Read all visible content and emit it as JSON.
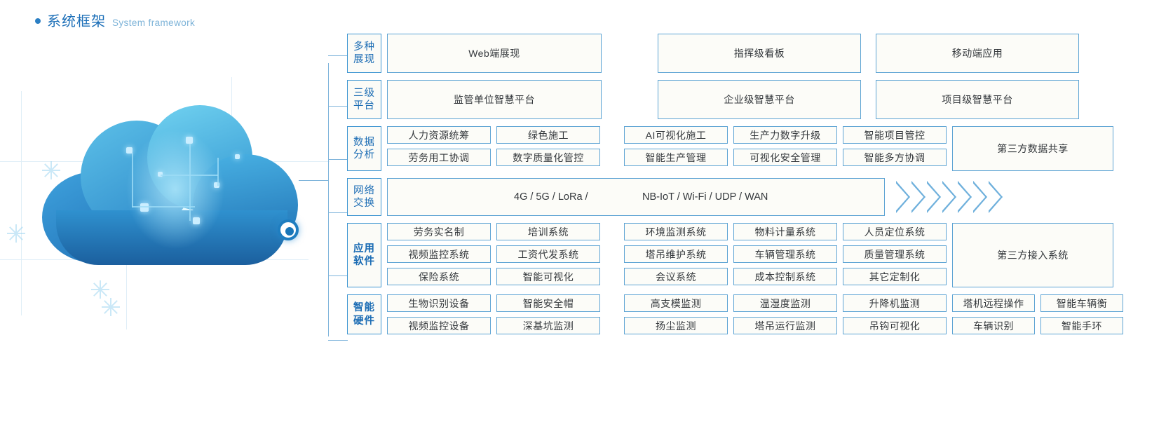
{
  "header": {
    "title_cn": "系统框架",
    "title_en": "System framework",
    "bullet_icon": "bullet-dot-icon"
  },
  "rows": [
    {
      "key": "presentation",
      "label_line1": "多种",
      "label_line2": "展现",
      "cells": [
        "Web端展现",
        "指挥级看板",
        "移动端应用"
      ]
    },
    {
      "key": "platform",
      "label_line1": "三级",
      "label_line2": "平台",
      "cells": [
        "监管单位智慧平台",
        "企业级智慧平台",
        "项目级智慧平台"
      ]
    },
    {
      "key": "data-analysis",
      "label_line1": "数据",
      "label_line2": "分析",
      "left": [
        [
          "人力资源统筹",
          "绿色施工"
        ],
        [
          "劳务用工协调",
          "数字质量化管控"
        ]
      ],
      "right": [
        [
          "AI可视化施工",
          "生产力数字升级",
          "智能项目管控"
        ],
        [
          "智能生产管理",
          "可视化安全管理",
          "智能多方协调"
        ]
      ],
      "third_party": "第三方数据共享"
    },
    {
      "key": "network",
      "label_line1": "网络",
      "label_line2": "交换",
      "text1": "4G / 5G / LoRa /",
      "text2": "NB-IoT / Wi-Fi / UDP / WAN",
      "chevron_count": 7
    },
    {
      "key": "app-software",
      "label_line1": "应用",
      "label_line2": "软件",
      "left": [
        [
          "劳务实名制",
          "培训系统"
        ],
        [
          "视频监控系统",
          "工资代发系统"
        ],
        [
          "保险系统",
          "智能可视化"
        ]
      ],
      "right": [
        [
          "环境监测系统",
          "物料计量系统",
          "人员定位系统"
        ],
        [
          "塔吊维护系统",
          "车辆管理系统",
          "质量管理系统"
        ],
        [
          "会议系统",
          "成本控制系统",
          "其它定制化"
        ]
      ],
      "third_party": "第三方接入系统"
    },
    {
      "key": "smart-hardware",
      "label_line1": "智能",
      "label_line2": "硬件",
      "left": [
        [
          "生物识别设备",
          "智能安全帽"
        ],
        [
          "视频监控设备",
          "深基坑监测"
        ]
      ],
      "right": [
        [
          "高支模监测",
          "温湿度监测",
          "升降机监测",
          "塔机远程操作",
          "智能车辆衡"
        ],
        [
          "扬尘监测",
          "塔吊运行监测",
          "吊钩可视化",
          "车辆识别",
          "智能手环"
        ]
      ]
    }
  ],
  "colors": {
    "accent": "#1b6cb4",
    "border": "#5ea4d4",
    "label_border": "#3f96d2",
    "cell_bg": "#fcfcf8",
    "text": "#33373b",
    "title_en": "#7db3d8"
  },
  "artwork": {
    "cloud_icon": "cloud-network-icon",
    "node_icon": "network-node-icon"
  }
}
